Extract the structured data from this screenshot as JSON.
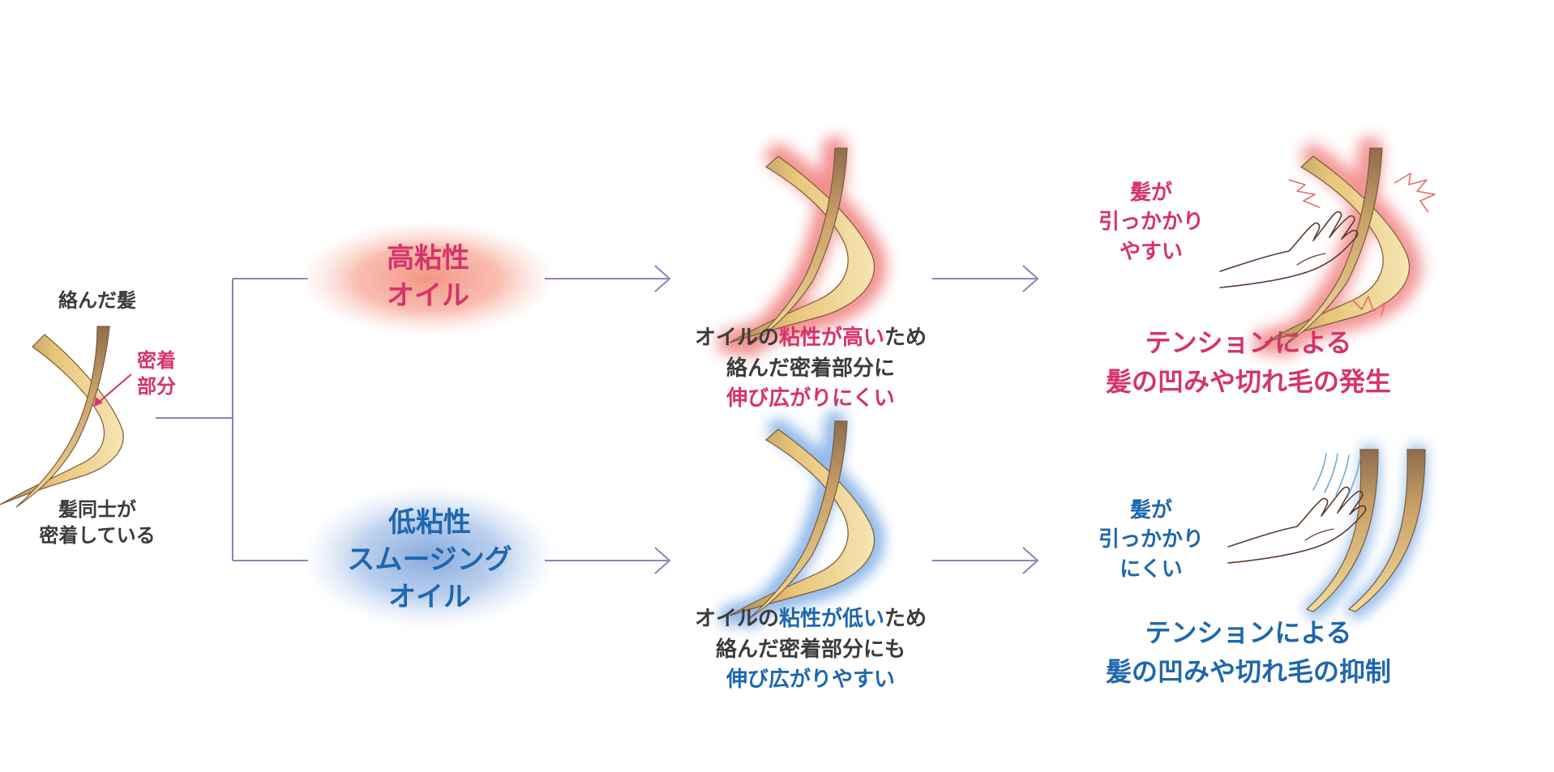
{
  "source": {
    "top_label": "絡んだ髪",
    "contact_label_1": "密着",
    "contact_label_2": "部分",
    "bottom_label_1": "髪同士が",
    "bottom_label_2": "密着している"
  },
  "high_oil": {
    "name_1": "高粘性",
    "name_2": "オイル",
    "desc_1a": "オイルの",
    "desc_1b": "粘性が高い",
    "desc_1c": "ため",
    "desc_2": "絡んだ密着部分に",
    "desc_3": "伸び広がりにくい",
    "catch_1": "髪が",
    "catch_2": "引っかかり",
    "catch_3": "やすい",
    "result_1": "テンションによる",
    "result_2": "髪の凹みや切れ毛の発生"
  },
  "low_oil": {
    "name_1": "低粘性",
    "name_2": "スムージング",
    "name_3": "オイル",
    "desc_1a": "オイルの",
    "desc_1b": "粘性が低い",
    "desc_1c": "ため",
    "desc_2": "絡んだ密着部分にも",
    "desc_3": "伸び広がりやすい",
    "catch_1": "髪が",
    "catch_2": "引っかかり",
    "catch_3": "にくい",
    "result_1": "テンションによる",
    "result_2": "髪の凹みや切れ毛の抑制"
  },
  "colors": {
    "high_accent": "#d6336a",
    "low_accent": "#1e67ae",
    "connector": "#8f82bb",
    "hair_light": "#f3dda0",
    "hair_dark": "#9a7a55"
  }
}
